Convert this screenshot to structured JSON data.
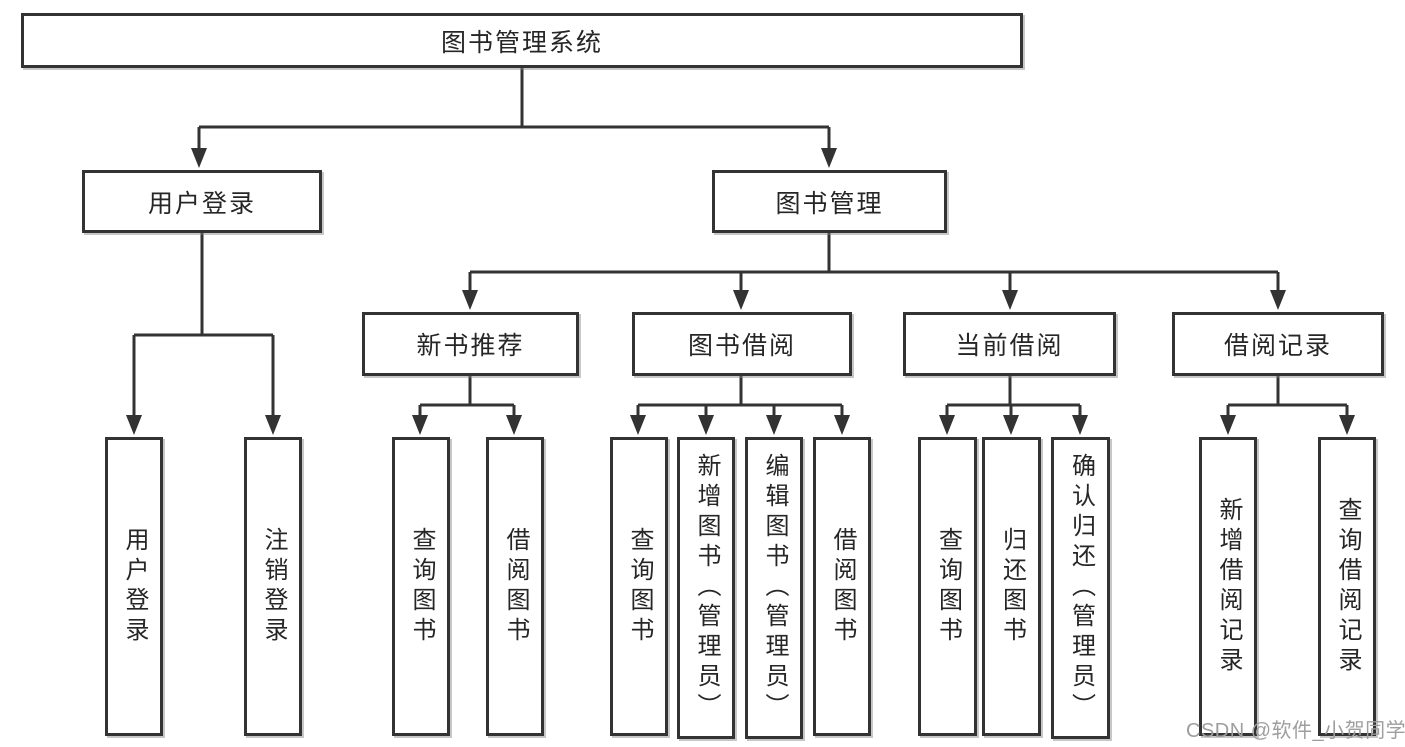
{
  "tree": {
    "root": {
      "label": "图书管理系统"
    },
    "children": [
      {
        "id": "user-login",
        "label": "用户登录",
        "children": [
          {
            "label": "用户登录"
          },
          {
            "label": "注销登录"
          }
        ]
      },
      {
        "id": "book-management",
        "label": "图书管理",
        "children": [
          {
            "id": "new-book-recommend",
            "label": "新书推荐",
            "children": [
              {
                "label": "查询图书"
              },
              {
                "label": "借阅图书"
              }
            ]
          },
          {
            "id": "book-borrow",
            "label": "图书借阅",
            "children": [
              {
                "label": "查询图书"
              },
              {
                "label": "新增图书（管理员）"
              },
              {
                "label": "编辑图书（管理员）"
              },
              {
                "label": "借阅图书"
              }
            ]
          },
          {
            "id": "current-borrow",
            "label": "当前借阅",
            "children": [
              {
                "label": "查询图书"
              },
              {
                "label": "归还图书"
              },
              {
                "label": "确认归还（管理员）"
              }
            ]
          },
          {
            "id": "borrow-records",
            "label": "借阅记录",
            "children": [
              {
                "label": "新增借阅记录"
              },
              {
                "label": "查询借阅记录"
              }
            ]
          }
        ]
      }
    ]
  },
  "watermark": {
    "text": "CSDN @软件_小贺同学"
  },
  "colors": {
    "line": "#333333",
    "box_border": "#333333",
    "box_fill": "#ffffff",
    "text": "#262626",
    "watermark": "#9e9e9e"
  }
}
